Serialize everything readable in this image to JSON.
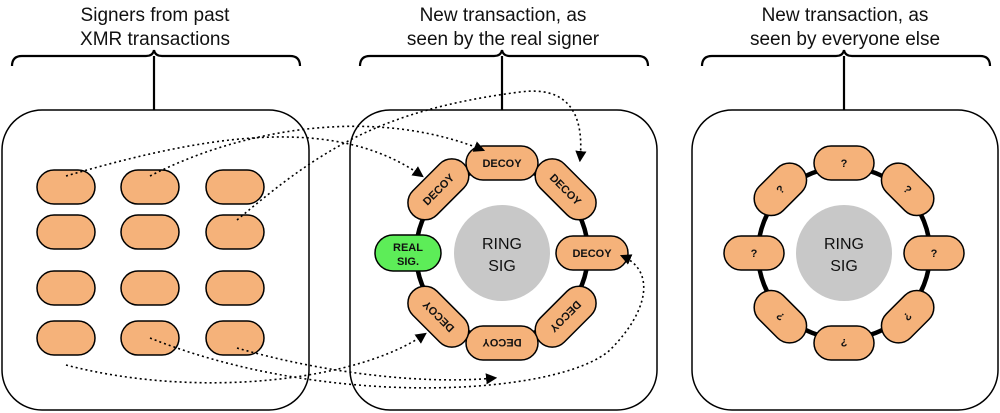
{
  "panels": [
    {
      "caption": [
        "Signers from past",
        "XMR transactions"
      ]
    },
    {
      "caption": [
        "New transaction, as",
        "seen by the real signer"
      ]
    },
    {
      "caption": [
        "New transaction, as",
        "seen by everyone else"
      ]
    }
  ],
  "ring": {
    "center_label": [
      "RING",
      "SIG"
    ],
    "decoy_label": "DECOY",
    "real_label": [
      "REAL",
      "SIG."
    ],
    "unknown_label": "?"
  },
  "colors": {
    "pill": "#f5b27a",
    "real": "#5ded58",
    "center": "#c8c8c8",
    "stroke": "#000000"
  }
}
